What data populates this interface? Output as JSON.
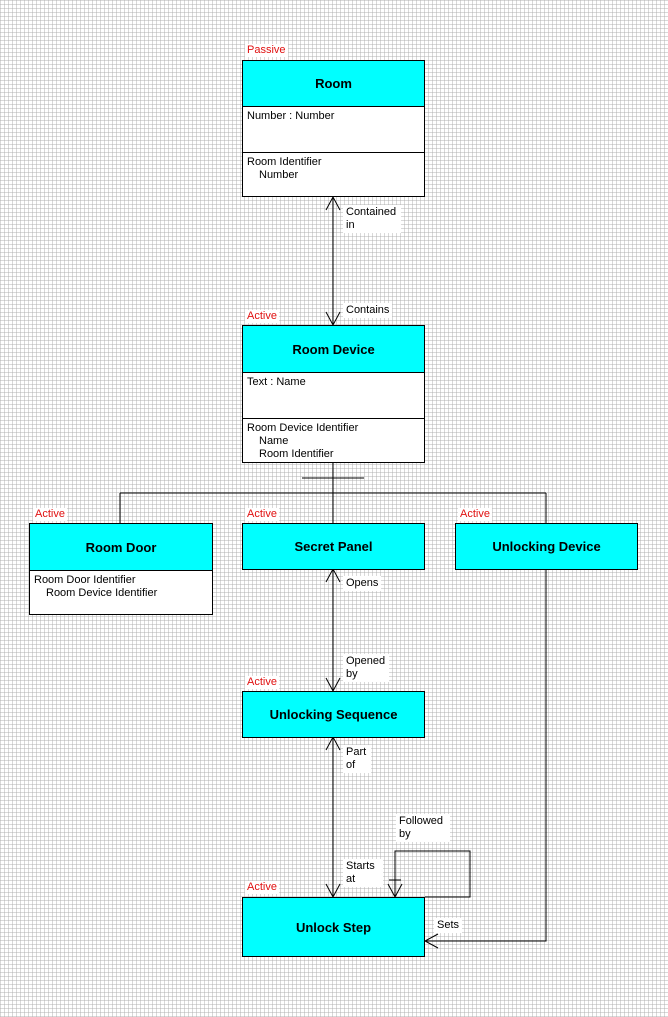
{
  "classes": {
    "room": {
      "stereotype": "Passive",
      "name": "Room",
      "attribute": "Number : Number",
      "identifier": "Room Identifier",
      "identifier_parts": [
        "Number"
      ]
    },
    "room_device": {
      "stereotype": "Active",
      "name": "Room Device",
      "attribute": "Text : Name",
      "identifier": "Room Device Identifier",
      "identifier_parts": [
        "Name",
        "Room Identifier"
      ]
    },
    "room_door": {
      "stereotype": "Active",
      "name": "Room Door",
      "identifier": "Room Door Identifier",
      "identifier_parts": [
        "Room Device Identifier"
      ]
    },
    "secret_panel": {
      "stereotype": "Active",
      "name": "Secret Panel"
    },
    "unlocking_device": {
      "stereotype": "Active",
      "name": "Unlocking Device"
    },
    "unlocking_sequence": {
      "stereotype": "Active",
      "name": "Unlocking Sequence"
    },
    "unlock_step": {
      "stereotype": "Active",
      "name": "Unlock Step"
    }
  },
  "associations": {
    "contained_in": [
      "Contained",
      "in"
    ],
    "contains": "Contains",
    "opens": "Opens",
    "opened_by": [
      "Opened",
      "by"
    ],
    "part_of": [
      "Part",
      "of"
    ],
    "starts_at": [
      "Starts",
      "at"
    ],
    "followed_by": [
      "Followed",
      "by"
    ],
    "sets": "Sets"
  },
  "colors": {
    "header_fill": "#00ffff",
    "stereotype_text": "#e01010",
    "line": "#000000"
  }
}
